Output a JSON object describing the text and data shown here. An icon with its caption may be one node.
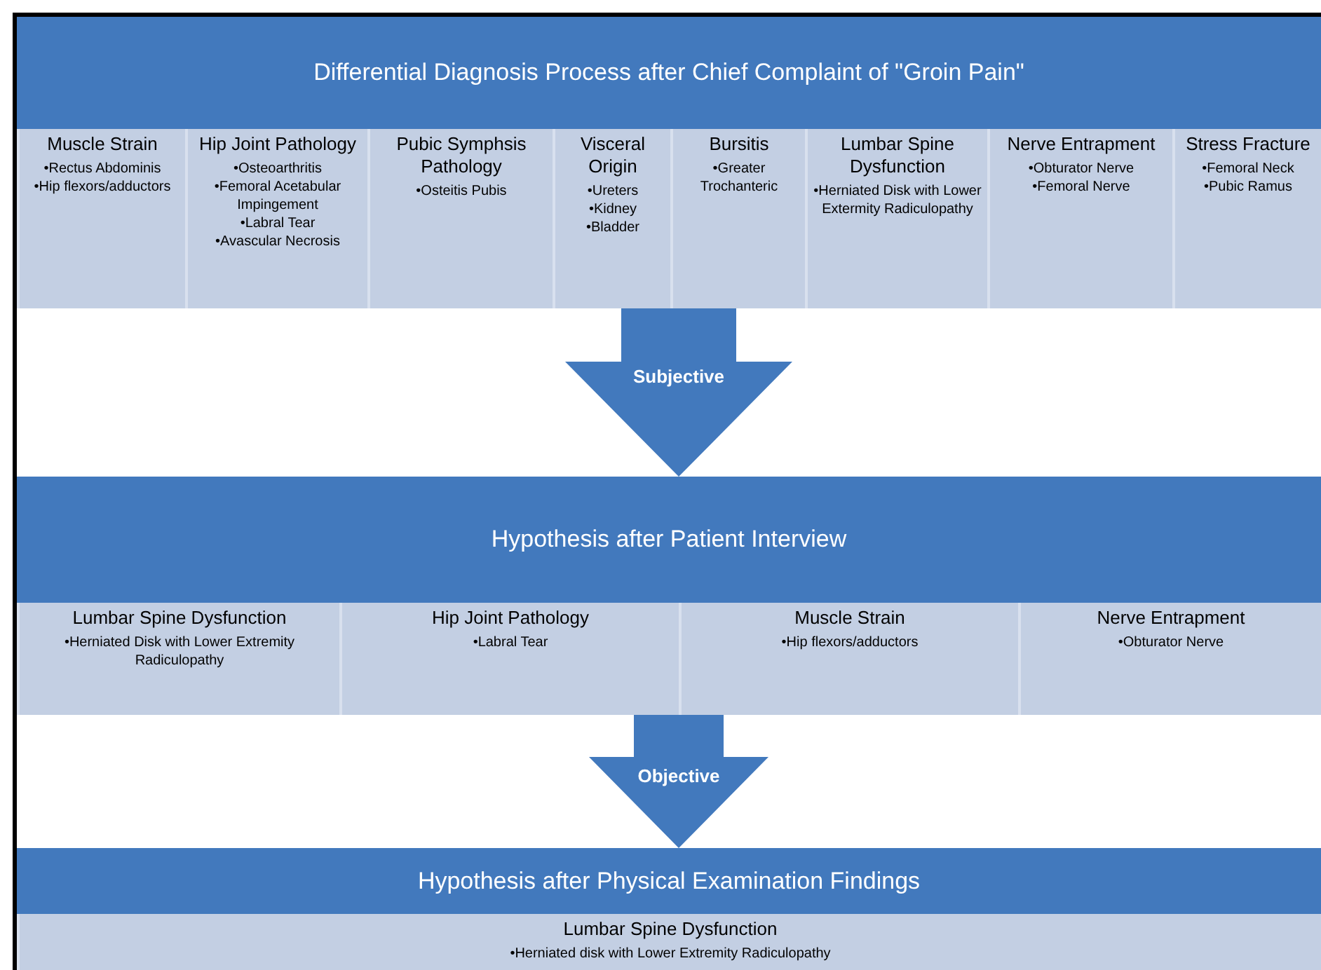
{
  "diagram": {
    "nodes": [
      {
        "text": [
          "Differential Diagnosis Process after Chief Complaint of \"Groin Pain\""
        ]
      },
      {
        "text": [
          "Muscle Strain",
          "•Rectus Abdominis",
          "•Hip flexors/adductors"
        ],
        "in": 0
      },
      {
        "text": [
          "Hip Joint Pathology",
          "•Osteoarthritis",
          "•Femoral Acetabular Impingement",
          "•Labral Tear",
          "•Avascular Necrosis"
        ],
        "in": 0
      },
      {
        "text": [
          "Pubic Symphsis Pathology",
          "•Osteitis Pubis"
        ],
        "in": 0
      },
      {
        "text": [
          "Visceral Origin",
          "•Ureters",
          "•Kidney",
          "•Bladder"
        ],
        "in": 0
      },
      {
        "text": [
          "Bursitis",
          "•Greater Trochanteric"
        ],
        "in": 0
      },
      {
        "text": [
          "Lumbar Spine Dysfunction",
          "•Herniated Disk with Lower Extermity Radiculopathy"
        ],
        "in": 0
      },
      {
        "text": [
          "Nerve Entrapment",
          "•Obturator Nerve",
          "•Femoral Nerve"
        ],
        "in": 0
      },
      {
        "text": [
          "Stress Fracture",
          "•Femoral Neck",
          "•Pubic Ramus"
        ],
        "in": 0
      },
      {
        "text": [
          "Hypothesis after Patient Interview"
        ]
      },
      {
        "text": [
          "Lumbar Spine Dysfunction",
          "•Herniated Disk with Lower Extremity Radiculopathy"
        ],
        "in": 9
      },
      {
        "text": [
          "Hip Joint Pathology",
          "•Labral Tear"
        ],
        "in": 9
      },
      {
        "text": [
          "Muscle Strain",
          "•Hip flexors/adductors"
        ],
        "in": 9
      },
      {
        "text": [
          "Nerve Entrapment",
          "•Obturator Nerve"
        ],
        "in": 9
      },
      {
        "text": [
          "Hypothesis after Physical Examination Findings"
        ]
      },
      {
        "text": [
          "Lumbar Spine Dysfunction",
          "•Herniated disk with Lower Extremity Radiculopathy"
        ],
        "in": 14
      }
    ],
    "edges": [
      {
        "from": 0,
        "to": 9,
        "arrow": "to",
        "label": "Subjective"
      },
      {
        "from": 9,
        "to": 14,
        "arrow": "to",
        "label": "Objective"
      }
    ]
  }
}
